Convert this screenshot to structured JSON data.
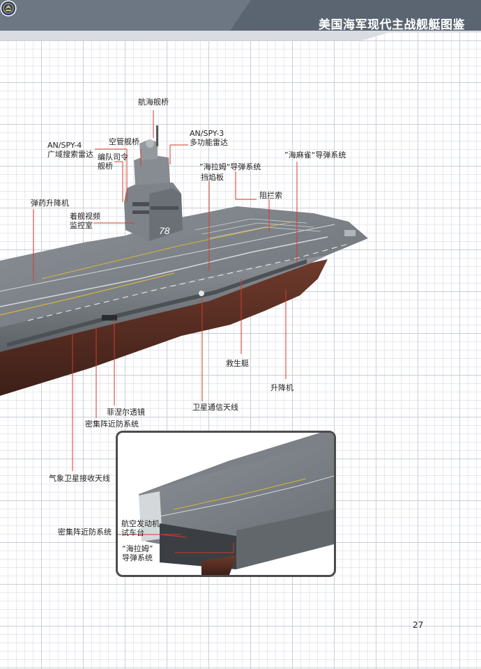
{
  "header": {
    "title": "美国海军现代主战舰艇图鉴",
    "accent_color": "#6d7784",
    "emblem": "navy-seal-icon"
  },
  "ship": {
    "hull_number": "78"
  },
  "labels": {
    "nav_bridge": "航海舰桥",
    "anspy4_line1": "AN/SPY-4",
    "anspy4_line2": "广域搜索雷达",
    "atc_bridge": "空管舰桥",
    "fleet_cmd_line1": "编队司令",
    "fleet_cmd_line2": "舰桥",
    "anspy3_line1": "AN/SPY-3",
    "anspy3_line2": "多功能雷达",
    "ram": "”海拉姆“导弹系统",
    "blast_deflector": "挡焰板",
    "essm": "”海麻雀“导弹系统",
    "arresting_wire": "阻拦索",
    "ammo_elevator": "弹药升降机",
    "video_room_line1": "着舰视频",
    "video_room_line2": "监控室",
    "lifeboat": "救生艇",
    "elevator": "升降机",
    "satcom": "卫星通信天线",
    "fresnel": "菲涅尔透镜",
    "ciws": "密集阵近防系统",
    "weather_sat": "气象卫星接收天线"
  },
  "inset": {
    "engine_line1": "航空发动机",
    "engine_line2": "试车台",
    "ciws": "密集阵近防系统",
    "ram_line1": "“海拉姆”",
    "ram_line2": "导弹系统"
  },
  "page_number": "27"
}
